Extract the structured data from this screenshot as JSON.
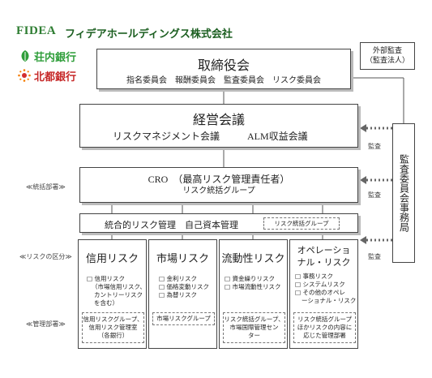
{
  "logos": {
    "fidea_mark": "FIDEA",
    "fidea_name": "フィデアホールディングス株式会社",
    "shonai": "荘内銀行",
    "hokuto": "北都銀行"
  },
  "external_audit": {
    "line1": "外部監査",
    "line2": "（監査法人）"
  },
  "board": {
    "title": "取締役会",
    "committees": "指名委員会　報酬委員会　監査委員会　リスク委員会"
  },
  "management": {
    "title": "経営会議",
    "sub_left": "リスクマネジメント会議",
    "sub_right": "ALM収益会議"
  },
  "cro": {
    "line1": "CRO　（最高リスク管理責任者）",
    "line2": "リスク統括グループ"
  },
  "integrated": {
    "label": "統合的リスク管理　自己資本管理",
    "tag": "リスク統括グループ"
  },
  "audit_office": {
    "text": "監査委員会事務局"
  },
  "audit_labels": [
    "監査",
    "監査",
    "監査"
  ],
  "side_labels": {
    "dept": "≪統括部署≫",
    "category": "≪リスクの区分≫",
    "mgmt": "≪管理部署≫"
  },
  "risks": [
    {
      "title": "信用リスク",
      "items": [
        "□ 信用リスク",
        "（市場信用リスク、",
        "カントリーリスク",
        "を含む）"
      ],
      "dept": [
        "信用リスクグループ、",
        "信用リスク管理室",
        "（各銀行）"
      ]
    },
    {
      "title": "市場リスク",
      "items": [
        "□ 金利リスク",
        "□ 価格変動リスク",
        "□ 為替リスク"
      ],
      "dept": [
        "市場リスクグループ"
      ]
    },
    {
      "title": "流動性リスク",
      "items": [
        "□ 資金繰りリスク",
        "□ 市場流動性リスク"
      ],
      "dept": [
        "リスク統括グループ、",
        "市場国際管理セン",
        "ター"
      ]
    },
    {
      "title": "オペレーショ",
      "title2": "ナル・リスク",
      "items": [
        "□ 事務リスク",
        "□ システムリスク",
        "□ その他のオペレ",
        "ーショナル・リスク"
      ],
      "dept": [
        "リスク統括グループ",
        "ほかリスクの内容に",
        "応じた管理部署"
      ]
    }
  ],
  "colors": {
    "fidea_green": "#2e7d32",
    "shonai_green": "#2f9e3a",
    "hokuto_red": "#d32f2f",
    "hokuto_orange": "#f57c00"
  }
}
